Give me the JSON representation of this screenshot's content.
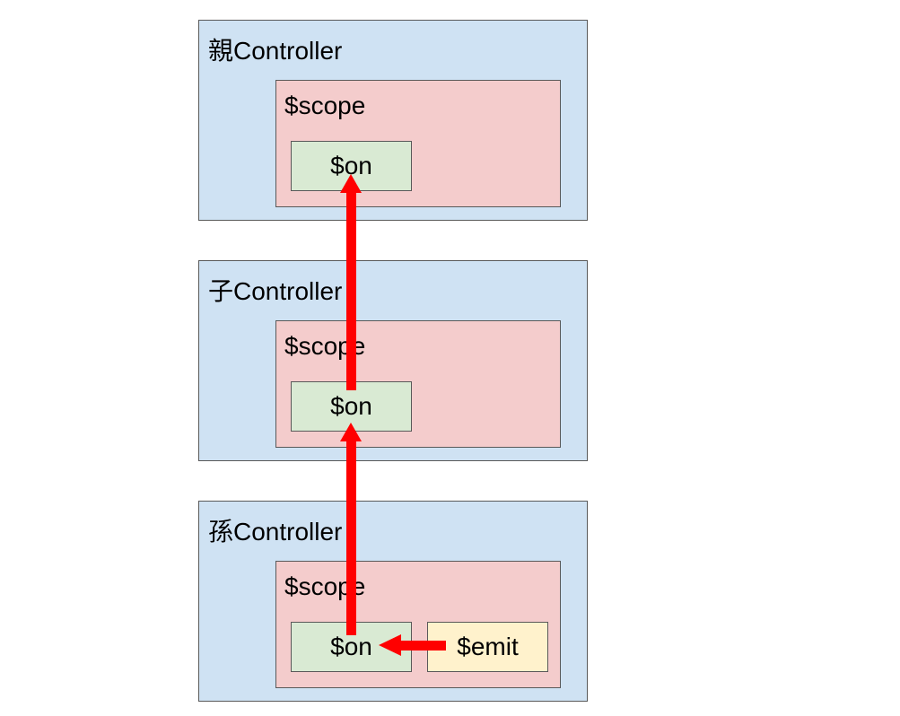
{
  "controllers": [
    {
      "label": "親Controller",
      "scope": {
        "label": "$scope",
        "on_label": "$on"
      }
    },
    {
      "label": "子Controller",
      "scope": {
        "label": "$scope",
        "on_label": "$on"
      }
    },
    {
      "label": "孫Controller",
      "scope": {
        "label": "$scope",
        "on_label": "$on",
        "emit_label": "$emit"
      }
    }
  ],
  "colors": {
    "controller_fill": "#cfe2f3",
    "scope_fill": "#f4cccc",
    "on_fill": "#d9ead3",
    "emit_fill": "#fff2cc",
    "arrow": "#ff0000"
  }
}
